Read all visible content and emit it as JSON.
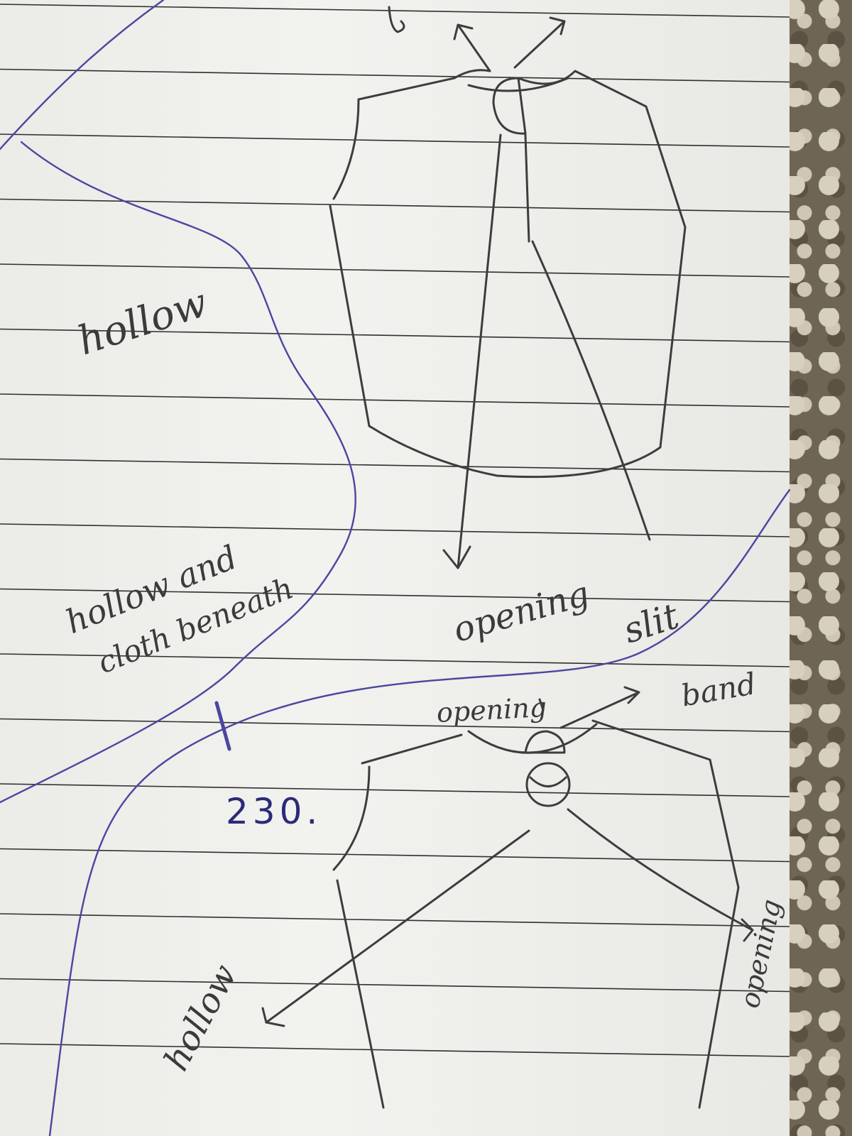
{
  "notes": {
    "hollow_top": "hollow",
    "hollow_and": "hollow and",
    "cloth_beneath": "cloth beneath",
    "opening_top": "opening",
    "slit": "slit",
    "opening_band": "opening",
    "band": "band",
    "number": "230.",
    "hollow_bottom": "hollow",
    "opening_side": "opening"
  },
  "colors": {
    "pencil": "#3d3d3d",
    "ballpoint": "#4a46a0",
    "paper": "#efefec",
    "rule_lines": "#303030"
  }
}
